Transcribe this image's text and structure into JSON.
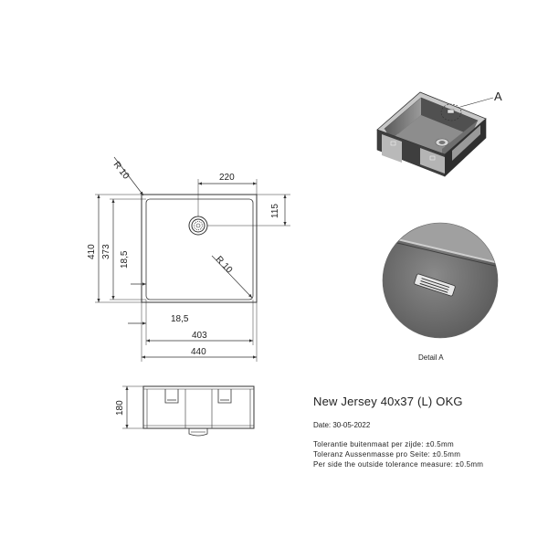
{
  "dimensions": {
    "top_radius": "R 10",
    "drain_offset_x": "220",
    "drain_offset_y": "115",
    "outer_depth": "410",
    "inner_depth": "373",
    "wall_left": "18,5",
    "inner_radius": "R 10",
    "wall_bottom": "18,5",
    "inner_width": "403",
    "outer_width": "440",
    "height": "180"
  },
  "callout": {
    "detail_marker": "A",
    "detail_caption": "Detail A"
  },
  "info": {
    "title": "New Jersey 40x37 (L) OKG",
    "date": "Date: 30-05-2022",
    "tolerances": [
      "Tolerantie buitenmaat per zijde: ±0.5mm",
      "Toleranz Aussenmasse pro Seite: ±0.5mm",
      "Per side the outside tolerance measure: ±0.5mm"
    ]
  },
  "colors": {
    "line": "#333333",
    "steel_dark": "#4a4a4a",
    "steel_mid": "#7a7a7a",
    "steel_light": "#bdbdbd"
  }
}
